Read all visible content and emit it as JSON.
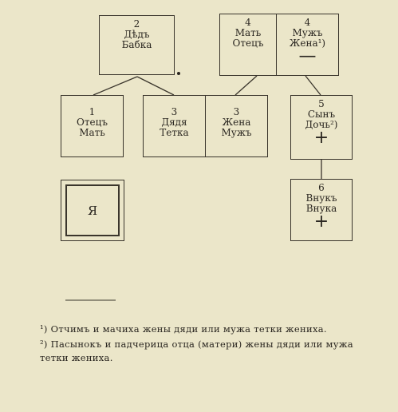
{
  "nodes": {
    "grandparents": {
      "num": "2",
      "l1": "Дѣдъ",
      "l2": "Бабка"
    },
    "spouse_parents": {
      "num": "4",
      "l1": "Мать",
      "l2": "Отецъ"
    },
    "spouse_of_relative": {
      "num": "4",
      "l1": "Мужъ",
      "l2": "Жена¹)",
      "sign": "—"
    },
    "parents": {
      "num": "1",
      "l1": "Отецъ",
      "l2": "Мать"
    },
    "uncle_aunt": {
      "num": "3",
      "l1": "Дядя",
      "l2": "Тетка"
    },
    "aunt_uncle_spouse": {
      "num": "3",
      "l1": "Жена",
      "l2": "Мужъ"
    },
    "children": {
      "num": "5",
      "l1": "Сынъ",
      "l2": "Дочь²)",
      "sign": "+"
    },
    "grandchildren": {
      "num": "6",
      "l1": "Внукъ",
      "l2": "Внука",
      "sign": "+"
    },
    "ego": {
      "label": "Я"
    }
  },
  "footnotes": {
    "n1": "¹) Отчимъ и мачиха жены дяди или мужа тетки жениха.",
    "n2": "²) Пасынокъ и падчерица отца (матери) жены дяди или мужа тетки жениха."
  }
}
